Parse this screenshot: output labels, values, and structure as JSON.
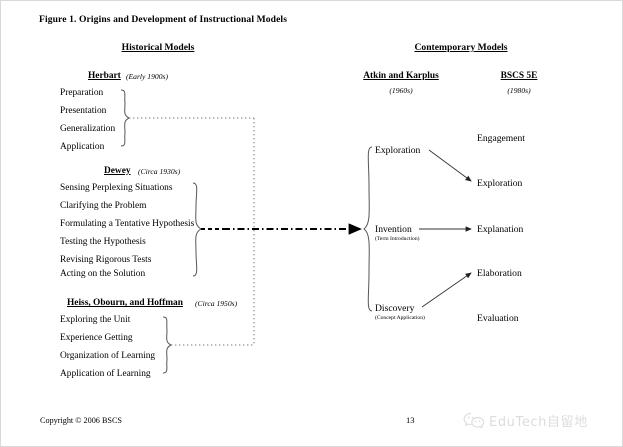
{
  "figure": {
    "title": "Figure 1. Origins and Development of Instructional Models"
  },
  "columns": {
    "historical_heading": "Historical Models",
    "contemporary_heading": "Contemporary Models"
  },
  "historical": [
    {
      "id": "herbart",
      "name": "Herbart",
      "era": "(Early 1900s)",
      "items": [
        "Preparation",
        "Presentation",
        "Generalization",
        "Application"
      ]
    },
    {
      "id": "dewey",
      "name": "Dewey",
      "era": "(Circa 1930s)",
      "items": [
        "Sensing Perplexing Situations",
        "Clarifying the Problem",
        "Formulating a Tentative Hypothesis",
        "Testing the Hypothesis",
        "Revising Rigorous Tests",
        "Acting on the Solution"
      ]
    },
    {
      "id": "heiss",
      "name": "Heiss, Obourn, and Hoffman",
      "era": "(Circa 1950s)",
      "items": [
        "Exploring the Unit",
        "Experience Getting",
        "Organization of Learning",
        "Application of Learning"
      ]
    }
  ],
  "contemporary": {
    "atkin": {
      "name": "Atkin and Karplus",
      "era": "(1960s)",
      "items": [
        {
          "label": "Exploration",
          "sub": ""
        },
        {
          "label": "Invention",
          "sub": "(Term Introduction)"
        },
        {
          "label": "Discovery",
          "sub": "(Concept Application)"
        }
      ]
    },
    "bscs": {
      "name": "BSCS 5E",
      "era": "(1980s)",
      "items": [
        "Engagement",
        "Exploration",
        "Explanation",
        "Elaboration",
        "Evaluation"
      ]
    }
  },
  "footer": {
    "copyright": "Copyright © 2006 BSCS",
    "page_number": "13",
    "watermark_text": "EduTech自留地"
  },
  "colors": {
    "ink": "#000000",
    "rule": "#555555",
    "watermark": "#8d8d8d",
    "page_border": "#d9d9d9"
  }
}
